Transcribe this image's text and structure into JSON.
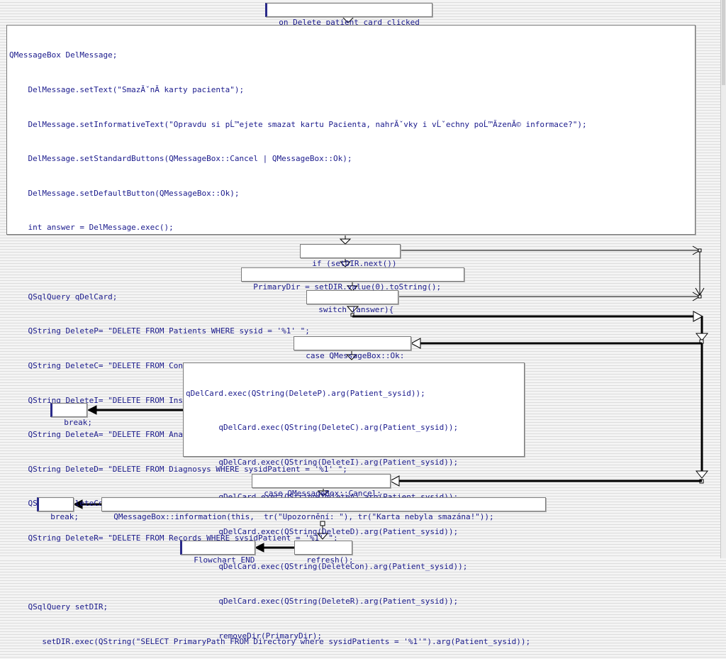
{
  "flow": {
    "title": "on_Delete_patient_card_clicked",
    "main_block": [
      "QMessageBox DelMessage;",
      "    DelMessage.setText(\"SmazĂˇnĂ­ karty pacienta\");",
      "    DelMessage.setInformativeText(\"Opravdu si pĹ™ejete smazat kartu Pacienta, nahrĂˇvky i vĹˇechny poĹ™Ă­zenĂ© informace?\");",
      "    DelMessage.setStandardButtons(QMessageBox::Cancel | QMessageBox::Ok);",
      "    DelMessage.setDefaultButton(QMessageBox::Ok);",
      "    int answer = DelMessage.exec();",
      "",
      "    QSqlQuery qDelCard;",
      "    QString DeleteP= \"DELETE FROM Patients WHERE sysid = '%1' \";",
      "    QString DeleteC= \"DELETE FROM Contact WHERE sysidPatient = '%1' \";",
      "    QString DeleteI= \"DELETE FROM Insurance WHERE sysidPatient = '%1' \";",
      "    QString DeleteA= \"DELETE FROM Anamnesys WHERE sysidPatient = '%1' \";",
      "    QString DeleteD= \"DELETE FROM Diagnosys WHERE sysidPatient = '%1' \";",
      "    QString DeleteCon= \"DELETE FROM Consultation WHERE sysidPatient = '%1' \";",
      "    QString DeleteR= \"DELETE FROM Records WHERE sysidPatient = '%1' \";",
      "",
      "    QSqlQuery setDIR;",
      "       setDIR.exec(QString(\"SELECT PrimaryPath FROM Directory where sysidPatients = '%1'\").arg(Patient_sysid));"
    ],
    "if_stmt": "if (setDIR.next())",
    "primary_dir": "PrimaryDir = setDIR.value(0).toString();",
    "switch_stmt": "switch (answer){",
    "case_ok": "case QMessageBox::Ok:",
    "ok_block": [
      "qDelCard.exec(QString(DeleteP).arg(Patient_sysid));",
      "       qDelCard.exec(QString(DeleteC).arg(Patient_sysid));",
      "       qDelCard.exec(QString(DeleteI).arg(Patient_sysid));",
      "       qDelCard.exec(QString(DeleteA).arg(Patient_sysid));",
      "       qDelCard.exec(QString(DeleteD).arg(Patient_sysid));",
      "       qDelCard.exec(QString(DeleteCon).arg(Patient_sysid));",
      "       qDelCard.exec(QString(DeleteR).arg(Patient_sysid));",
      "       removeDir(PrimaryDir);"
    ],
    "break_1": "break;",
    "case_cancel": "case QMessageBox::Cancel:",
    "info_stmt": "QMessageBox::information(this,  tr(\"Upozornění: \"), tr(\"Karta nebyla smazána!\"));",
    "break_2": "break;",
    "refresh_stmt": "refresh();",
    "end_label": "Flowchart END"
  },
  "colors": {
    "code_text": "#1a1a8c",
    "string_text": "#a01e8c",
    "keyword": "#1414b4",
    "wire": "#000000"
  }
}
